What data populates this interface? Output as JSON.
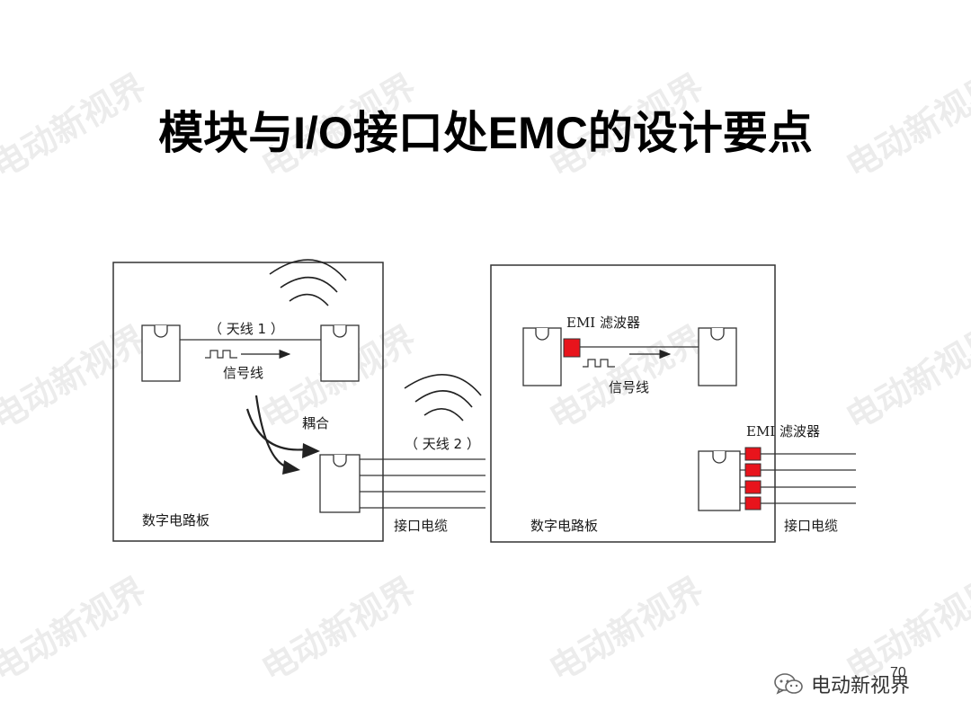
{
  "title": "模块与I/O接口处EMC的设计要点",
  "watermark_text": "电动新视界",
  "diagram": {
    "left": {
      "antenna1_label": "（ 天线 1 ）",
      "signal_line_label": "信号线",
      "coupling_label": "耦合",
      "antenna2_label": "（ 天线 2 ）",
      "board_label": "数字电路板",
      "cable_label": "接口电缆"
    },
    "right": {
      "emi_filter_label_1": "EMI 滤波器",
      "signal_line_label": "信号线",
      "emi_filter_label_2": "EMI 滤波器",
      "board_label": "数字电路板",
      "cable_label": "接口电缆"
    },
    "filter_color": "#e8141c"
  },
  "footer": {
    "brand": "电动新视界",
    "page_number": "70"
  }
}
